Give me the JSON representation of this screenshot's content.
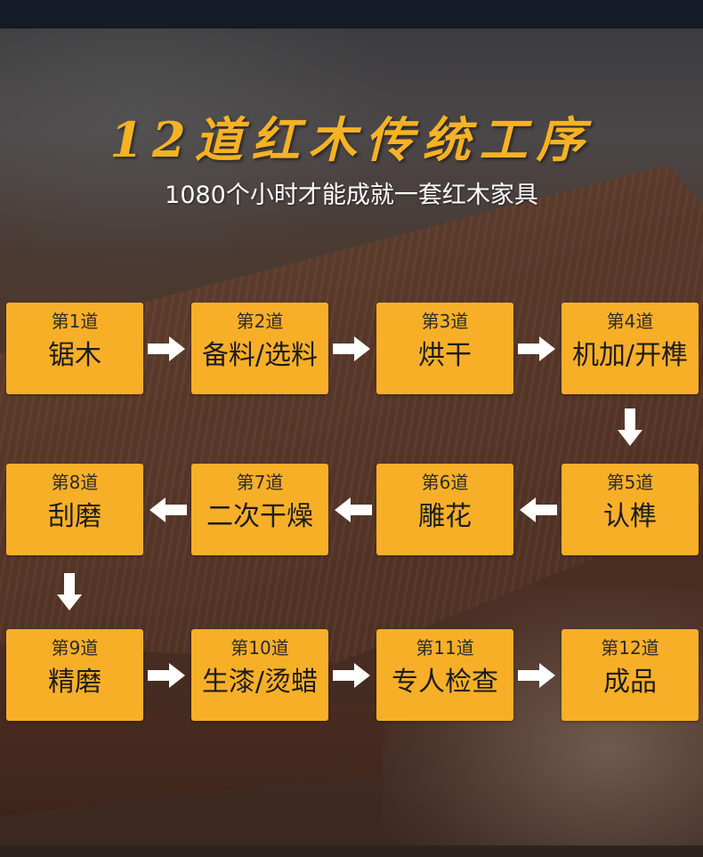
{
  "title": "12道红木传统工序",
  "subtitle": "1080个小时才能成就一套红木家具",
  "steps": [
    {
      "num": "第1道",
      "name": "锯木"
    },
    {
      "num": "第2道",
      "name": "备料/选料"
    },
    {
      "num": "第3道",
      "name": "烘干"
    },
    {
      "num": "第4道",
      "name": "机加/开榫"
    },
    {
      "num": "第5道",
      "name": "认榫"
    },
    {
      "num": "第6道",
      "name": "雕花"
    },
    {
      "num": "第7道",
      "name": "二次干燥"
    },
    {
      "num": "第8道",
      "name": "刮磨"
    },
    {
      "num": "第9道",
      "name": "精磨"
    },
    {
      "num": "第10道",
      "name": "生漆/烫蜡"
    },
    {
      "num": "第11道",
      "name": "专人检查"
    },
    {
      "num": "第12道",
      "name": "成品"
    }
  ],
  "colors": {
    "accent": "#f8af28",
    "title": "#f5b224",
    "arrow": "#ffffff",
    "top_bar": "#141a26"
  },
  "icons": {
    "arrow_right": "arrow-right-icon",
    "arrow_left": "arrow-left-icon",
    "arrow_down": "arrow-down-icon"
  }
}
